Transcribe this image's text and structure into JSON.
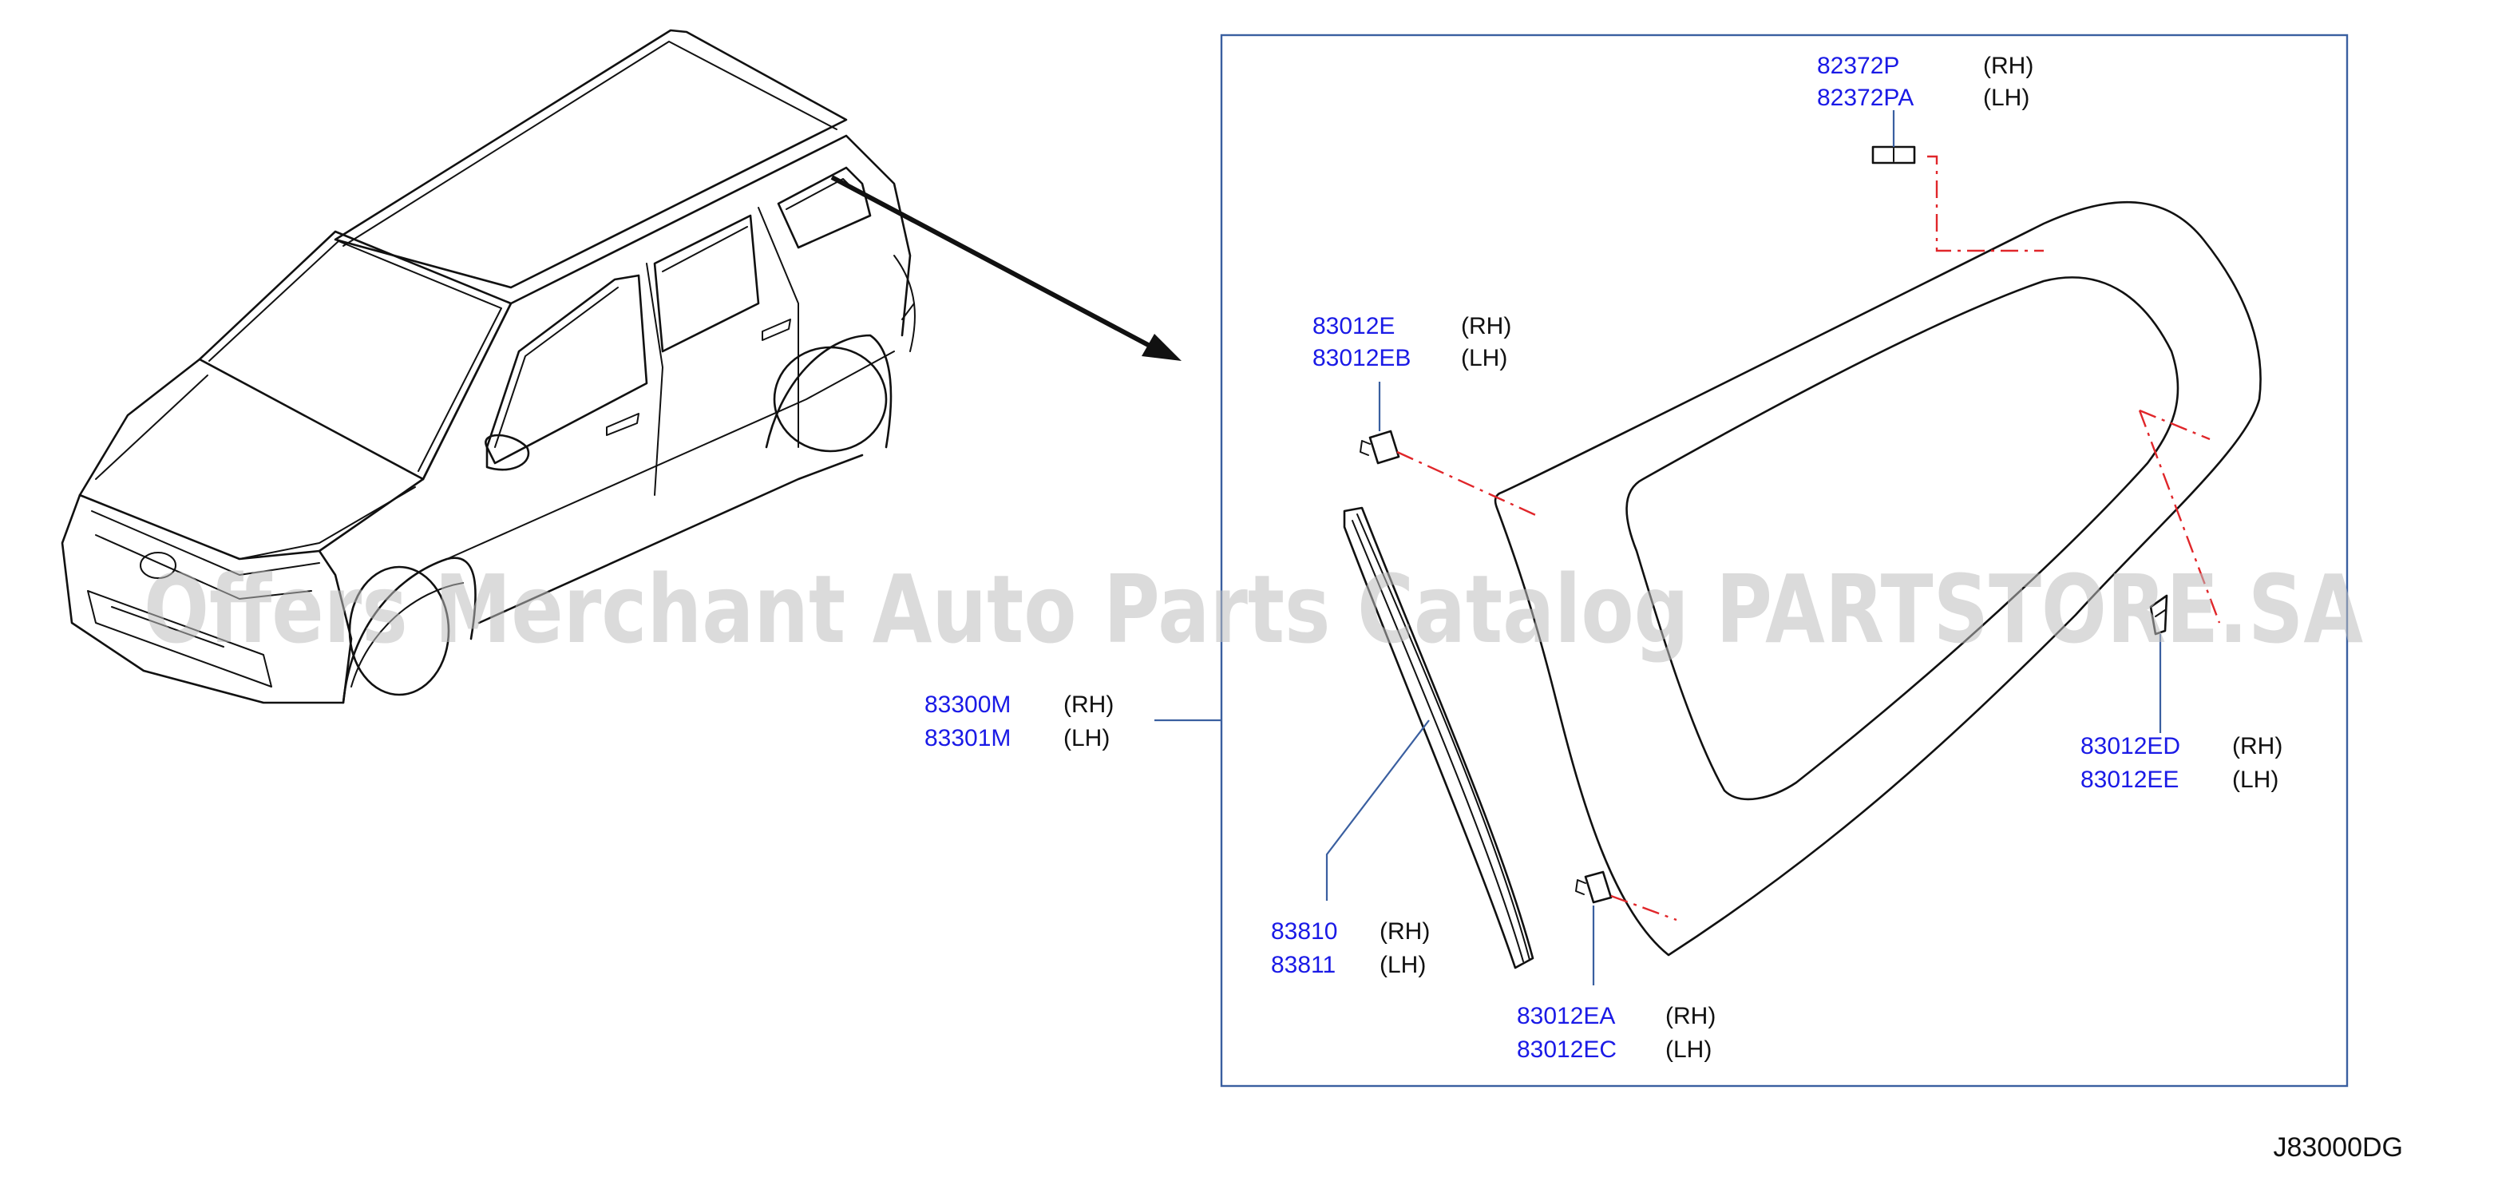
{
  "colors": {
    "part_number": "#1a1ae6",
    "leader_line": "#3a5fa0",
    "dash_line": "#e0262a",
    "outline": "#111111",
    "watermark": "#bdbdbd"
  },
  "diagram_code": "J83000DG",
  "watermark": "Offers Merchant Auto Parts Catalog PARTSTORE.SA",
  "callouts": {
    "c82372": {
      "rh_part": "82372P",
      "lh_part": "82372PA",
      "rh": "(RH)",
      "lh": "(LH)"
    },
    "c83012e": {
      "rh_part": "83012E",
      "lh_part": "83012EB",
      "rh": "(RH)",
      "lh": "(LH)"
    },
    "c83300": {
      "rh_part": "83300M",
      "lh_part": "83301M",
      "rh": "(RH)",
      "lh": "(LH)"
    },
    "c83012ed": {
      "rh_part": "83012ED",
      "lh_part": "83012EE",
      "rh": "(RH)",
      "lh": "(LH)"
    },
    "c83810": {
      "rh_part": "83810",
      "lh_part": "83811",
      "rh": "(RH)",
      "lh": "(LH)"
    },
    "c83012ea": {
      "rh_part": "83012EA",
      "lh_part": "83012EC",
      "rh": "(RH)",
      "lh": "(LH)"
    }
  }
}
